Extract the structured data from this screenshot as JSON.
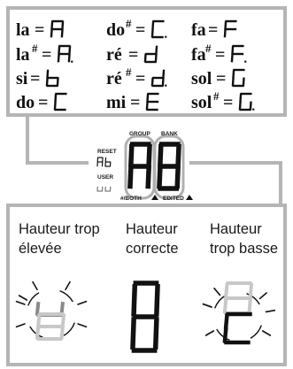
{
  "chart_colors": {
    "frame": "#b5b5b5",
    "ink": "#111111",
    "segment_lit": "#111111",
    "segment_dim": "#bdbdbd",
    "segment_gray": "#8a8a8a",
    "background": "#ffffff"
  },
  "note_table": {
    "rows": [
      [
        {
          "name": "la",
          "sharp": "",
          "glyph": "A",
          "dot": false
        },
        {
          "name": "do",
          "sharp": "#",
          "glyph": "C",
          "dot": true
        },
        {
          "name": "fa",
          "sharp": "",
          "glyph": "F",
          "dot": false
        }
      ],
      [
        {
          "name": "la",
          "sharp": "#",
          "glyph": "A",
          "dot": true
        },
        {
          "name": "ré",
          "sharp": "",
          "glyph": "d",
          "dot": false
        },
        {
          "name": "fa",
          "sharp": "#",
          "glyph": "F",
          "dot": true
        }
      ],
      [
        {
          "name": "si",
          "sharp": "",
          "glyph": "b",
          "dot": false
        },
        {
          "name": "ré",
          "sharp": "#",
          "glyph": "d",
          "dot": true
        },
        {
          "name": "sol",
          "sharp": "",
          "glyph": "G",
          "dot": false
        }
      ],
      [
        {
          "name": "do",
          "sharp": "",
          "glyph": "C",
          "dot": false
        },
        {
          "name": "mi",
          "sharp": "",
          "glyph": "E",
          "dot": false
        },
        {
          "name": "sol",
          "sharp": "#",
          "glyph": "G",
          "dot": true
        }
      ]
    ]
  },
  "device": {
    "label_group": "GROUP",
    "label_bank": "BANK",
    "label_reset": "RESET",
    "label_user": "USER",
    "label_both": "#/BOTH",
    "label_edited": "EDITED",
    "display_glyphs": [
      "A",
      "B"
    ]
  },
  "tuning_states": [
    {
      "line1": "Hauteur trop",
      "line2": "élevée",
      "state": "too-high"
    },
    {
      "line1": "Hauteur",
      "line2": "correcte",
      "state": "correct"
    },
    {
      "line1": "Hauteur",
      "line2": "trop basse",
      "state": "too-low"
    }
  ]
}
